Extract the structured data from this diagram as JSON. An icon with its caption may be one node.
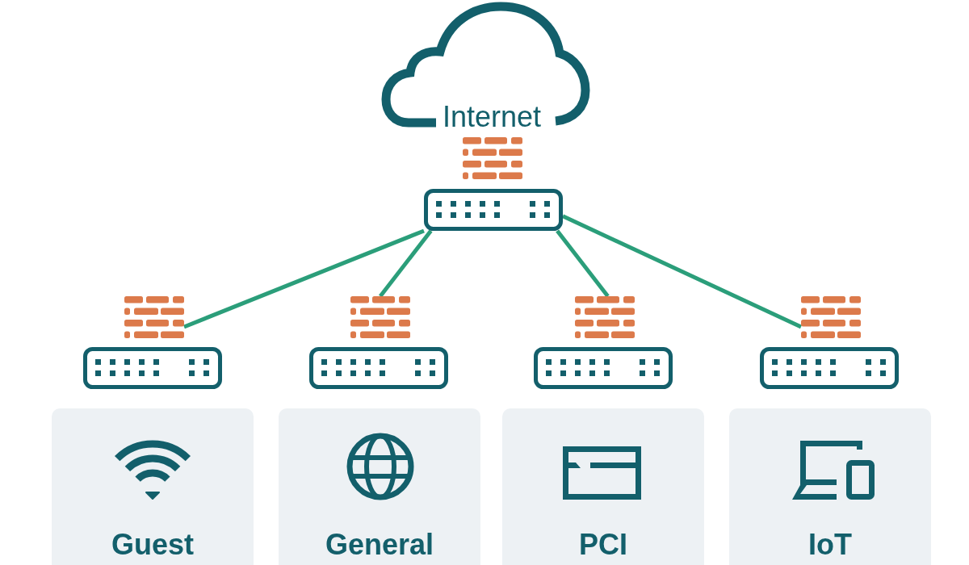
{
  "diagram": {
    "nodes": [
      {
        "text": [
          "Internet"
        ]
      },
      {
        "text": [],
        "shape": "picture"
      },
      {
        "text": [],
        "shape": "picture"
      },
      {
        "text": [],
        "shape": "picture"
      },
      {
        "text": [],
        "shape": "picture"
      },
      {
        "text": [],
        "shape": "picture"
      },
      {
        "text": [],
        "shape": "picture"
      },
      {
        "text": [],
        "shape": "picture"
      },
      {
        "text": [],
        "shape": "picture"
      },
      {
        "text": [],
        "shape": "picture"
      },
      {
        "text": [],
        "shape": "picture"
      },
      {
        "text": [
          "Guest"
        ]
      },
      {
        "text": [
          "General"
        ]
      },
      {
        "text": [
          "PCI"
        ]
      },
      {
        "text": [
          "IoT"
        ]
      }
    ],
    "edges": [
      {
        "from": 2,
        "to": 3,
        "arrow": "none"
      },
      {
        "from": 2,
        "to": 4,
        "arrow": "none"
      },
      {
        "from": 2,
        "to": 5,
        "arrow": "none"
      },
      {
        "from": 2,
        "to": 6,
        "arrow": "none"
      }
    ]
  }
}
